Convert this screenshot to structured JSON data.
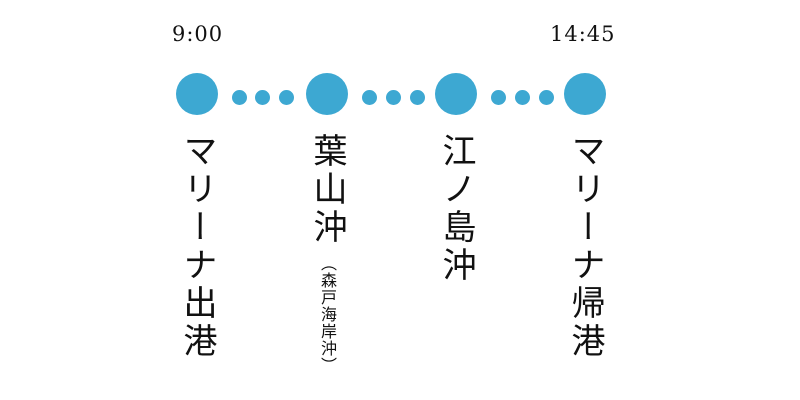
{
  "colors": {
    "accent": "#3DA8D2",
    "text": "#111111"
  },
  "times": {
    "start": "9:00",
    "end": "14:45"
  },
  "stops": [
    {
      "label": "マリーナ出港"
    },
    {
      "label": "葉山沖",
      "sublabel": "（森戸海岸沖）"
    },
    {
      "label": "江ノ島沖"
    },
    {
      "label": "マリーナ帰港"
    }
  ]
}
